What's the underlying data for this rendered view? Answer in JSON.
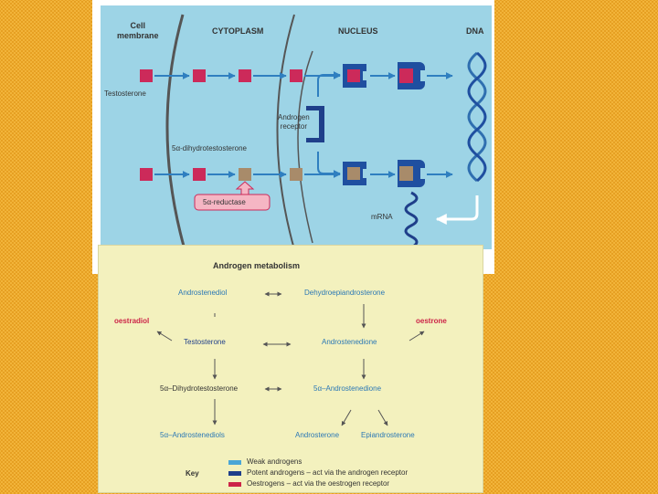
{
  "cell_diagram": {
    "labels": {
      "cell_membrane": "Cell\nmembrane",
      "cytoplasm": "CYTOPLASM",
      "nucleus": "NUCLEUS",
      "dna": "DNA",
      "testosterone": "Testosterone",
      "androgen_receptor": "Androgen\nreceptor",
      "dht": "5α-dihydrotestosterone",
      "reductase": "5α-reductase",
      "mrna": "mRNA"
    },
    "colors": {
      "panel_bg": "#9dd4e6",
      "testosterone": "#cc2a5a",
      "dht": "#a88b6a",
      "receptor": "#1f4fa0",
      "arrow": "#2f7fc0",
      "membrane": "#555555",
      "dna": "#2f6fb0",
      "reductase_fill": "#f5b6c4"
    }
  },
  "metabolism": {
    "title": "Androgen metabolism",
    "nodes": {
      "androstenediol": "Androstenediol",
      "dhea": "Dehydroepiandrosterone",
      "oestradiol": "oestradiol",
      "oestrone": "oestrone",
      "testosterone": "Testosterone",
      "androstenedione": "Androstenedione",
      "dht": "5α–Dihydrotestosterone",
      "androstanedione": "5α–Androstenedione",
      "androstanediols": "5α–Androstenediols",
      "androsterone": "Androsterone",
      "epiandrosterone": "Epiandrosterone"
    },
    "key": {
      "label": "Key",
      "items": [
        {
          "text": "Weak androgens",
          "color": "#4aa6d6"
        },
        {
          "text": "Potent androgens – act via the androgen receptor",
          "color": "#1f3f8a"
        },
        {
          "text": "Oestrogens – act via the oestrogen receptor",
          "color": "#cc2448"
        }
      ]
    },
    "colors": {
      "panel_bg": "#f3f1be",
      "weak": "#2b78b5",
      "oestrogen": "#cc2448",
      "arrow": "#555555"
    }
  }
}
